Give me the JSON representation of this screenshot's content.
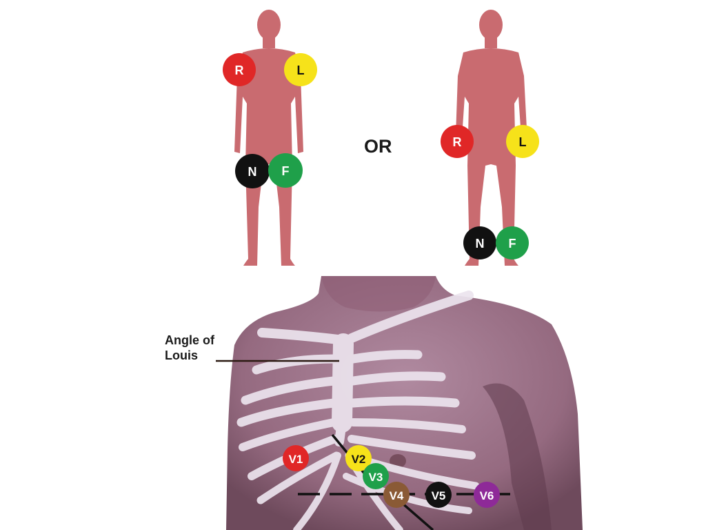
{
  "separator": "OR",
  "annotation": {
    "line1": "Angle of",
    "line2": "Louis"
  },
  "colors": {
    "skin": "#c96b70",
    "chest_skin": "#9c6f84",
    "bone": "#ece4ee",
    "red": "#e02727",
    "yellow": "#f6e21a",
    "black": "#111111",
    "green": "#1fa04a",
    "brown": "#8a5a35",
    "purple": "#8e2a98"
  },
  "limb_electrodes_left_figure": [
    {
      "label": "R",
      "color": "red"
    },
    {
      "label": "L",
      "color": "yellow"
    },
    {
      "label": "N",
      "color": "black"
    },
    {
      "label": "F",
      "color": "green"
    }
  ],
  "limb_electrodes_right_figure": [
    {
      "label": "R",
      "color": "red"
    },
    {
      "label": "L",
      "color": "yellow"
    },
    {
      "label": "N",
      "color": "black"
    },
    {
      "label": "F",
      "color": "green"
    }
  ],
  "chest_electrodes": [
    {
      "label": "V1",
      "color": "red"
    },
    {
      "label": "V2",
      "color": "yellow"
    },
    {
      "label": "V3",
      "color": "green"
    },
    {
      "label": "V4",
      "color": "brown"
    },
    {
      "label": "V5",
      "color": "black"
    },
    {
      "label": "V6",
      "color": "purple"
    }
  ]
}
